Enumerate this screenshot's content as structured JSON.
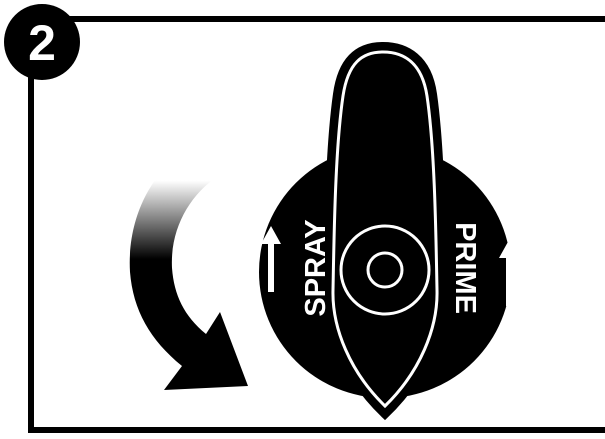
{
  "step": {
    "number": "2"
  },
  "dial": {
    "left_label": "SPRAY",
    "right_label": "PRIME"
  },
  "icons": {
    "rotation_arrow": "curved-arrow-icon",
    "spray_arrow": "up-arrow-icon",
    "prime_arrow": "up-arrow-icon"
  },
  "colors": {
    "ink": "#000000",
    "paper": "#ffffff"
  }
}
